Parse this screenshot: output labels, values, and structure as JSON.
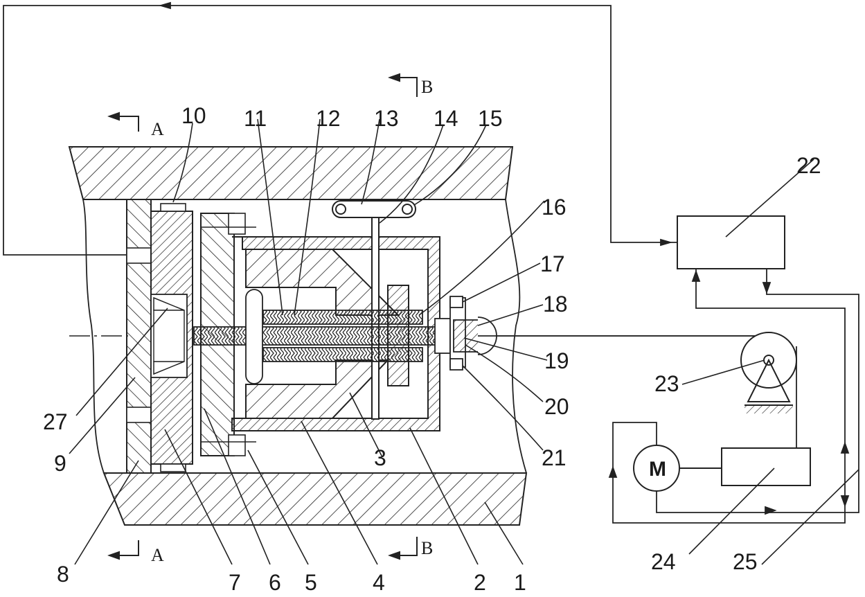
{
  "section_marks": {
    "A_top": "A",
    "A_bottom": "A",
    "B_top": "B",
    "B_bottom": "B"
  },
  "motor_symbol": "M",
  "part_labels": {
    "p1": "1",
    "p2": "2",
    "p3": "3",
    "p4": "4",
    "p5": "5",
    "p6": "6",
    "p7": "7",
    "p8": "8",
    "p9": "9",
    "p10": "10",
    "p11": "11",
    "p12": "12",
    "p13": "13",
    "p14": "14",
    "p15": "15",
    "p16": "16",
    "p17": "17",
    "p18": "18",
    "p19": "19",
    "p20": "20",
    "p21": "21",
    "p22": "22",
    "p23": "23",
    "p24": "24",
    "p25": "25",
    "p27": "27"
  }
}
